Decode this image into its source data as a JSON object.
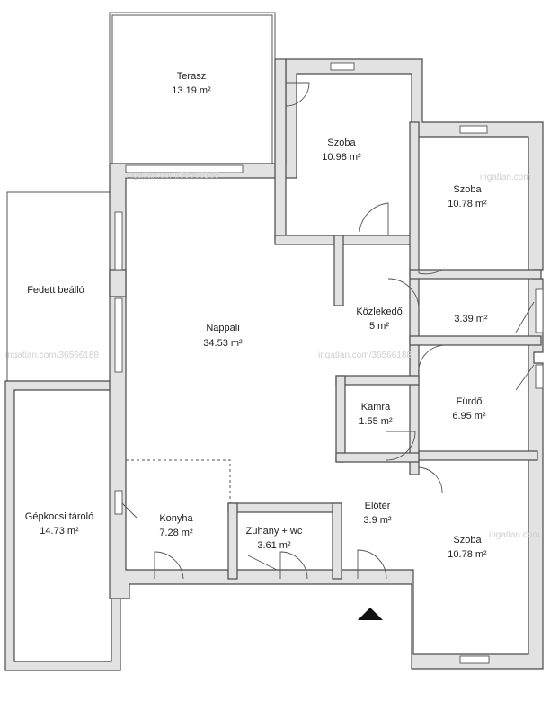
{
  "rooms": {
    "terasz": {
      "name": "Terasz",
      "area": "13.19 m²"
    },
    "szoba1": {
      "name": "Szoba",
      "area": "10.98 m²"
    },
    "szoba2": {
      "name": "Szoba",
      "area": "10.78 m²"
    },
    "fedett": {
      "name": "Fedett beálló",
      "area": ""
    },
    "kozlekedo": {
      "name": "Közlekedő",
      "area": "5 m²"
    },
    "small": {
      "name": "",
      "area": "3.39 m²"
    },
    "nappali": {
      "name": "Nappali",
      "area": "34.53 m²"
    },
    "kamra": {
      "name": "Kamra",
      "area": "1.55 m²"
    },
    "furdo": {
      "name": "Fürdő",
      "area": "6.95 m²"
    },
    "gepkocsi": {
      "name": "Gépkocsi tároló",
      "area": "14.73 m²"
    },
    "konyha": {
      "name": "Konyha",
      "area": "7.28 m²"
    },
    "zuhany": {
      "name": "Zuhany + wc",
      "area": "3.61 m²"
    },
    "eloter": {
      "name": "Előtér",
      "area": "3.9 m²"
    },
    "szoba3": {
      "name": "Szoba",
      "area": "10.78 m²"
    }
  },
  "watermarks": [
    "ingatlan.com/36566188",
    "ingatlan.com",
    "ingatlan.com/36566188",
    "ingatlan.com/36566188",
    "ingatlan.com"
  ],
  "colors": {
    "wall_fill": "#e2e2e2",
    "line": "#4a4a4a",
    "label": "#222222"
  }
}
